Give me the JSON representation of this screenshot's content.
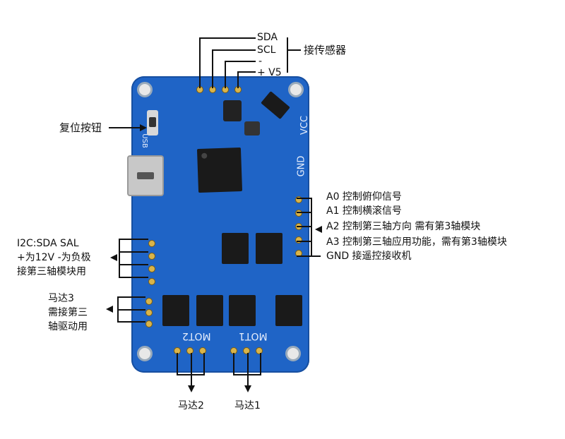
{
  "labels": {
    "sda": "SDA",
    "scl": "SCL",
    "minus": "-",
    "plus_v5": "+ V5",
    "sensor": "接传感器",
    "reset": "复位按钮",
    "a0": "A0 控制俯仰信号",
    "a1": "A1 控制横滚信号",
    "a2": "A2 控制第三轴方向 需有第3轴模块",
    "a3": "A3 控制第三轴应用功能，需有第3轴模块",
    "gnd": "GND 接遥控接收机",
    "i2c_line1": "I2C:SDA SAL",
    "i2c_line2": "+为12V -为负极",
    "i2c_line3": "接第三轴模块用",
    "motor3_line1": "马达3",
    "motor3_line2": "需接第三",
    "motor3_line3": "轴驱动用",
    "motor2": "马达2",
    "motor1": "马达1"
  },
  "board_silkscreen": {
    "mot1": "MOT1",
    "mot2": "MOT2",
    "gnd": "GND",
    "vcc": "VCC",
    "usb": "USB"
  },
  "colors": {
    "board": "#1f64c6",
    "pin": "#d9b44a"
  }
}
